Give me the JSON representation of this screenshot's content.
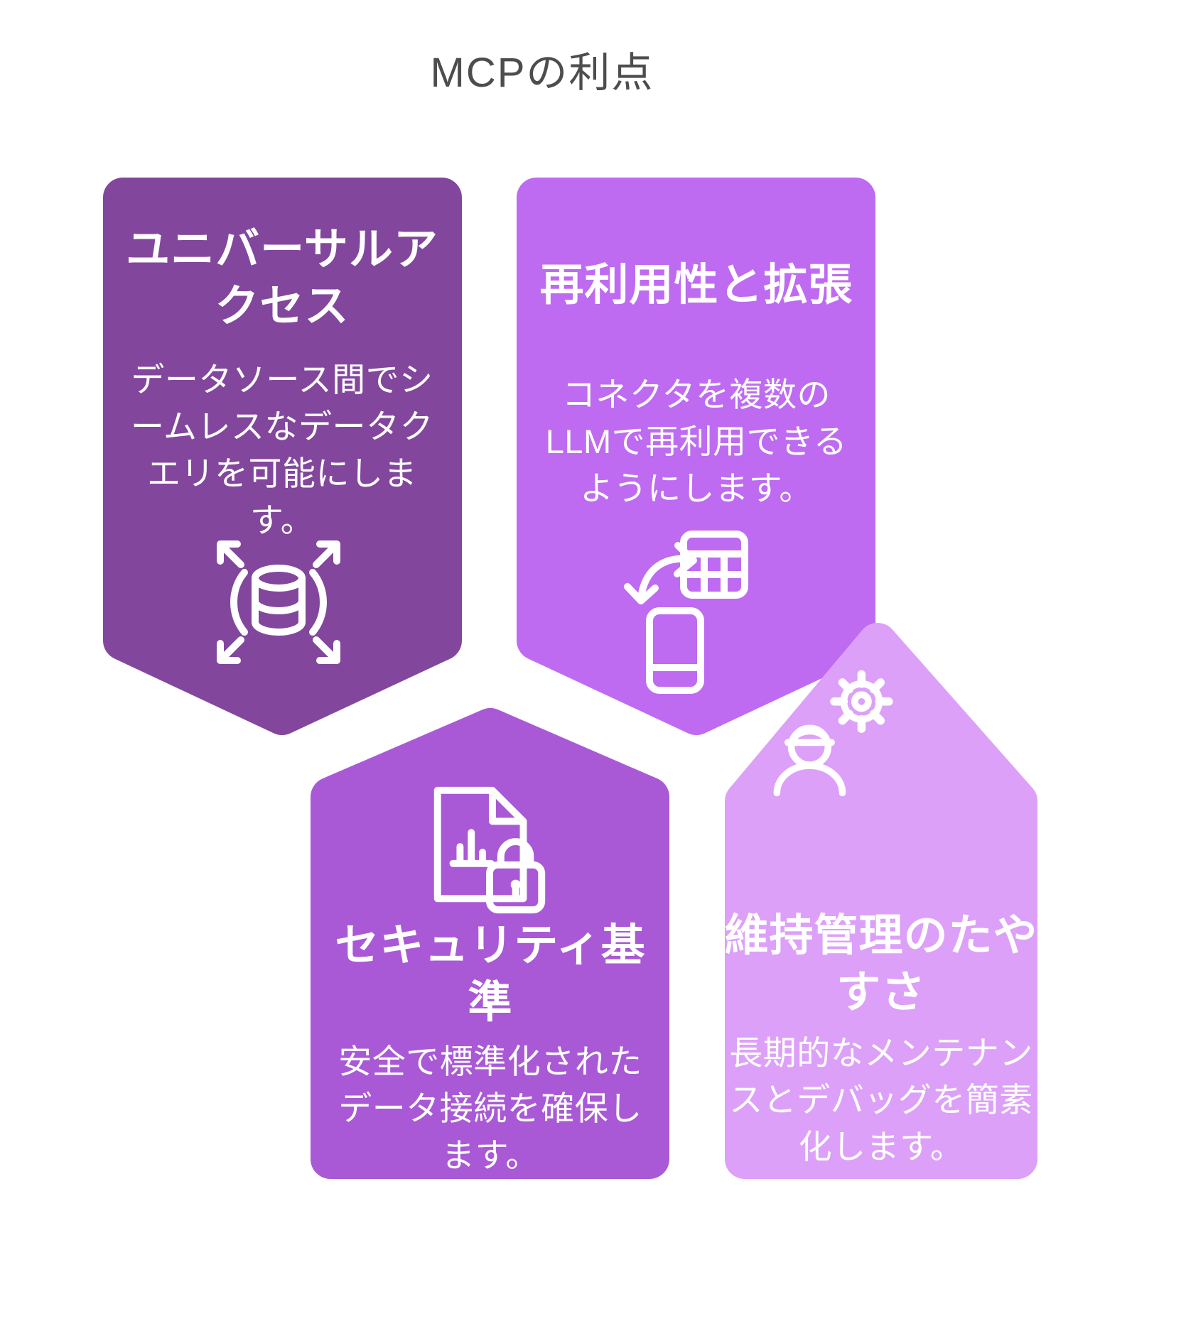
{
  "page": {
    "title": "MCPの利点",
    "title_color": "#4d4d4d",
    "background": "#ffffff",
    "text_color": "#ffffff"
  },
  "cards": [
    {
      "id": "universal-access",
      "title": "ユニバーサルア\nクセス",
      "body": "データソース間でシ\nームレスなデータク\nエリを可能にしま\nす。",
      "color": "#82479d",
      "icon": "database-share-icon",
      "shape": "banner-pointing-down"
    },
    {
      "id": "reusability-extension",
      "title": "再利用性と拡張",
      "body": "コネクタを複数の\nLLMで再利用できる\nようにします。",
      "color": "#be6bf2",
      "icon": "phone-table-sync-icon",
      "shape": "banner-pointing-down"
    },
    {
      "id": "security-standards",
      "title": "セキュリティ基\n準",
      "body": "安全で標準化された\nデータ接続を確保し\nます。",
      "color": "#a959d6",
      "icon": "document-lock-icon",
      "shape": "house-peak-up"
    },
    {
      "id": "maintainability",
      "title": "維持管理のたや\nすさ",
      "body": "長期的なメンテナン\nスとデバッグを簡素\n化します。",
      "color": "#dda0f8",
      "icon": "worker-gear-icon",
      "shape": "house-peak-up"
    }
  ]
}
